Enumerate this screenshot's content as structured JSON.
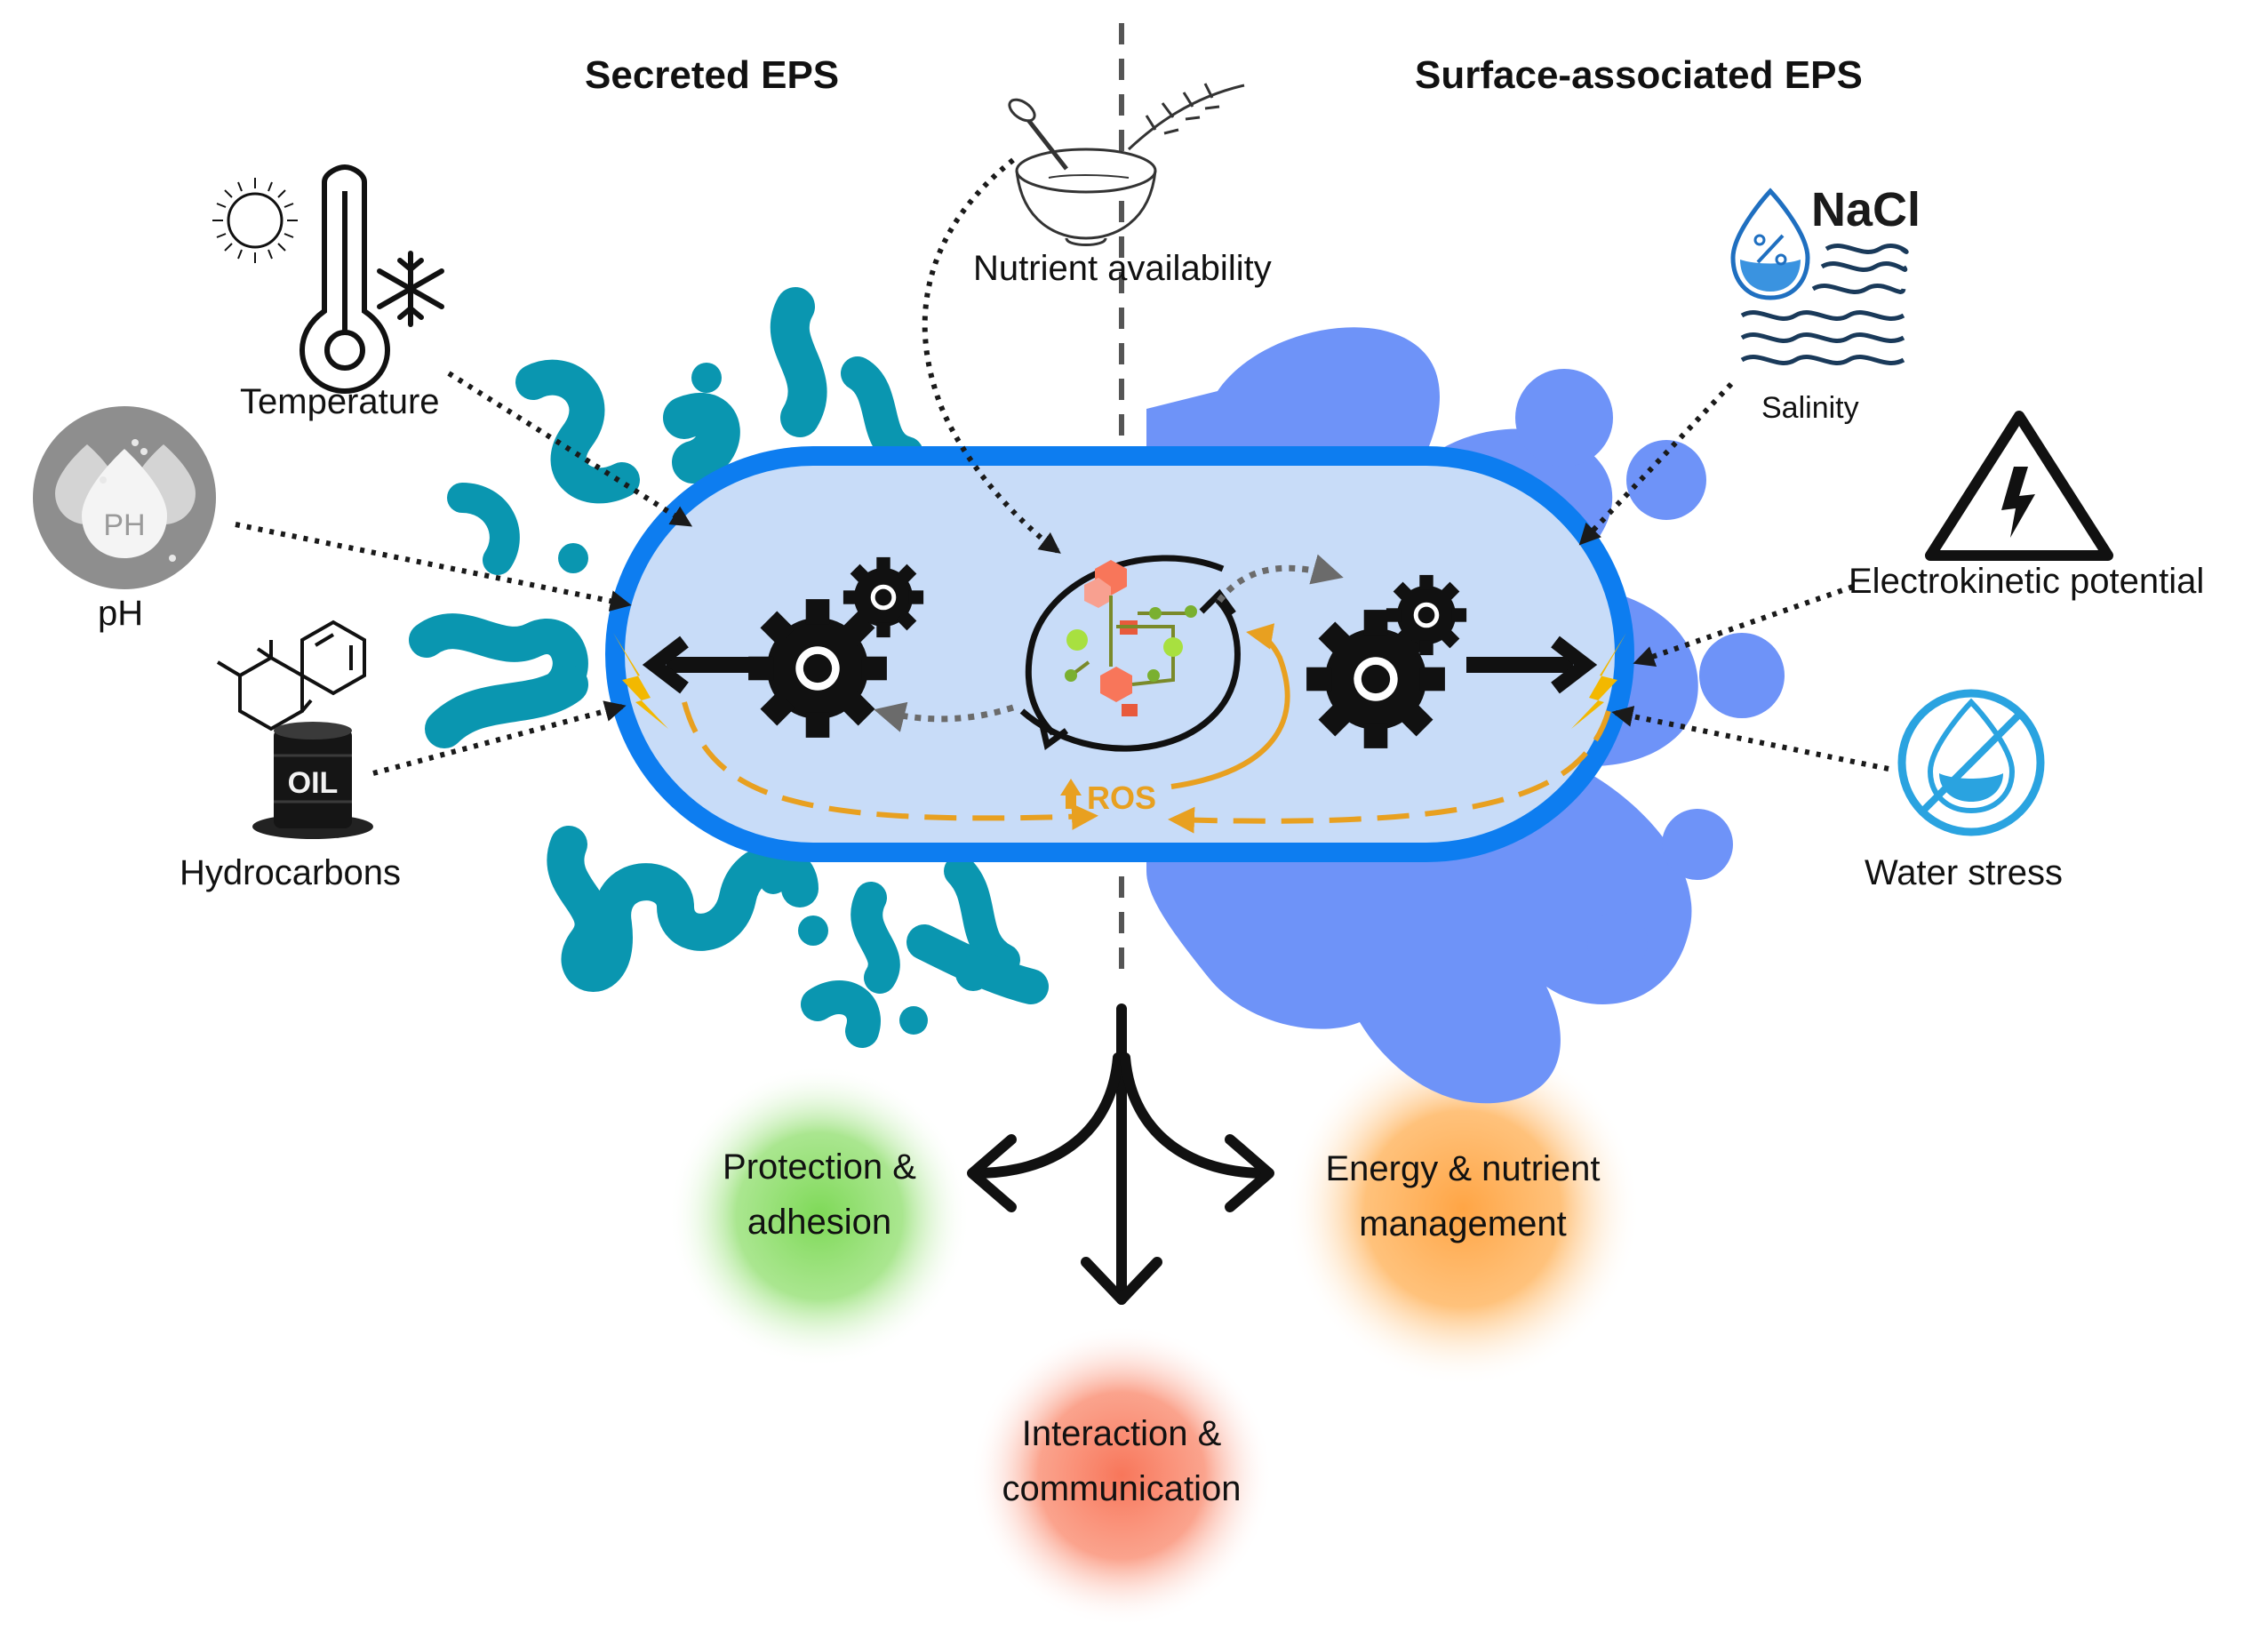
{
  "headings": {
    "secreted": "Secreted EPS",
    "surface": "Surface-associated EPS"
  },
  "factors": {
    "nutrient": "Nutrient availability",
    "temperature": "Temperature",
    "ph": "pH",
    "ph_badge": "PH",
    "hydrocarbons": "Hydrocarbons",
    "oil_barrel": "OIL",
    "salinity": "Salinity",
    "nacl": "NaCl",
    "electrokinetic": "Electrokinetic potential",
    "water_stress": "Water stress"
  },
  "cell": {
    "ros": "ROS"
  },
  "outcomes": {
    "protection_line1": "Protection &",
    "protection_line2": "adhesion",
    "energy_line1": "Energy & nutrient",
    "energy_line2": "management",
    "interaction_line1": "Interaction &",
    "interaction_line2": "communication"
  },
  "colors": {
    "secreted_eps": "#0a96b0",
    "surface_eps": "#6e93f8",
    "cell_membrane": "#0d7df0",
    "cytoplasm": "#c8dcf8",
    "ros": "#e8a020",
    "protection_glow": "#7ed957",
    "energy_glow": "#ffa545",
    "interaction_glow": "#f8765a"
  },
  "icons": [
    "sun-icon",
    "thermometer-icon",
    "snowflake-icon",
    "ph-drops-icon",
    "hydrocarbon-structure-icon",
    "oil-barrel-icon",
    "nutrient-bowl-icon",
    "salinity-drop-icon",
    "high-voltage-icon",
    "no-water-icon",
    "gear-icon",
    "metabolism-cycle-icon"
  ]
}
